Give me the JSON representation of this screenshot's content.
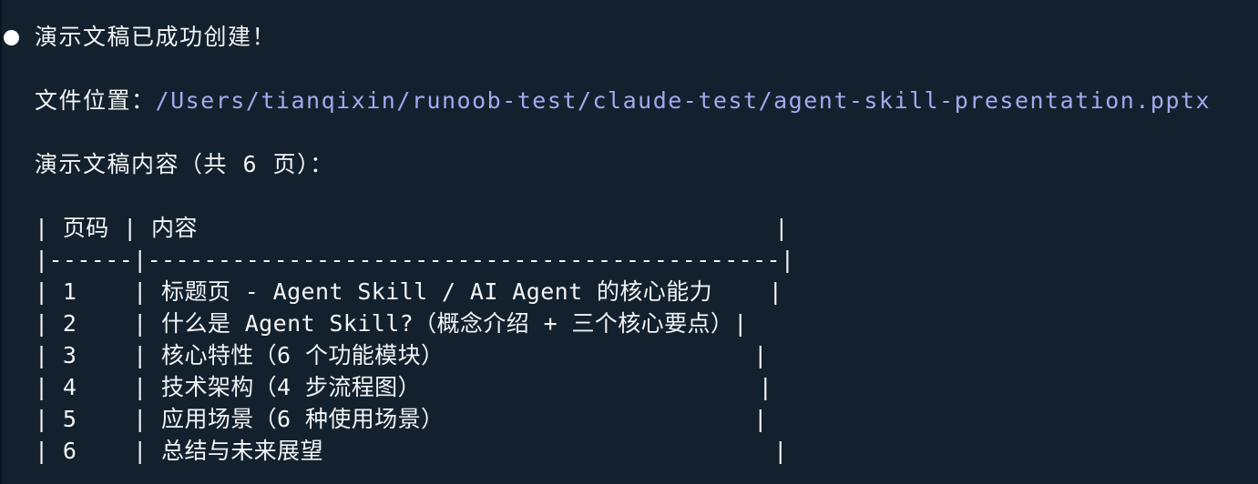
{
  "terminal": {
    "success_message": "演示文稿已成功创建！",
    "file_location_label": "文件位置：",
    "file_path": "/Users/tianqixin/runoob-test/claude-test/agent-skill-presentation.pptx",
    "content_heading": "演示文稿内容（共 6 页）：",
    "table": {
      "header": "| 页码 | 内容                                         |",
      "separator": "|------|---------------------------------------------|",
      "rows": [
        "| 1    | 标题页 - Agent Skill / AI Agent 的核心能力    |",
        "| 2    | 什么是 Agent Skill?（概念介绍 + 三个核心要点）|",
        "| 3    | 核心特性（6 个功能模块）                      |",
        "| 4    | 技术架构（4 步流程图）                        |",
        "| 5    | 应用场景（6 种使用场景）                      |",
        "| 6    | 总结与未来展望                                |"
      ]
    }
  },
  "colors": {
    "background": "#13212e",
    "text": "#f2f4f6",
    "path": "#a4a9ef"
  }
}
